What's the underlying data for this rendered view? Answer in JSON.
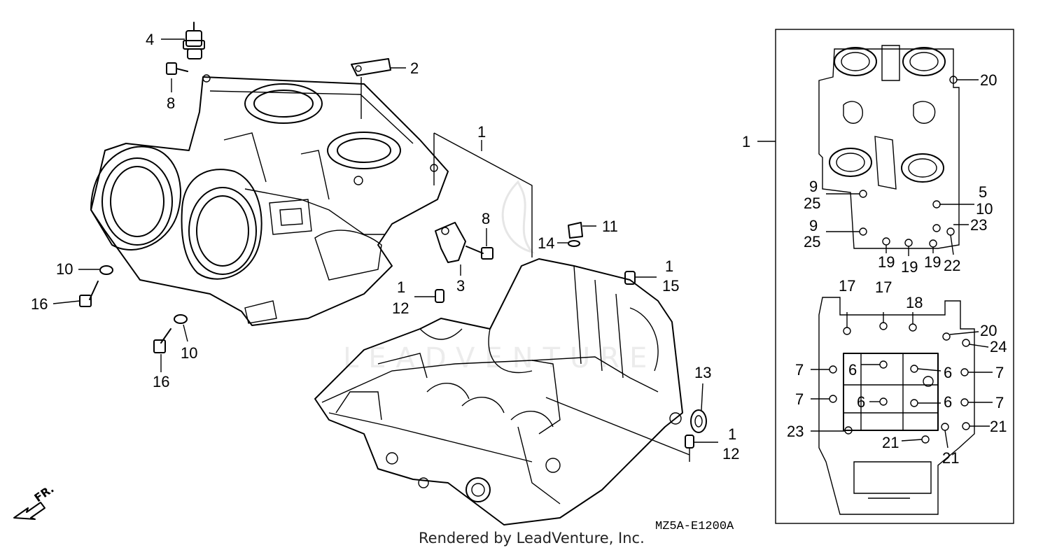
{
  "diagram": {
    "code": "MZ5A-E1200A",
    "credit": "Rendered by LeadVenture, Inc.",
    "watermark": "LEADVENTURE",
    "direction": "FR.",
    "callouts": [
      {
        "id": "c4",
        "text": "4"
      },
      {
        "id": "c8a",
        "text": "8"
      },
      {
        "id": "c2",
        "text": "2"
      },
      {
        "id": "c1a",
        "text": "1"
      },
      {
        "id": "c8b",
        "text": "8"
      },
      {
        "id": "c3",
        "text": "3"
      },
      {
        "id": "c11",
        "text": "11"
      },
      {
        "id": "c14",
        "text": "14"
      },
      {
        "id": "c10a",
        "text": "10"
      },
      {
        "id": "c16a",
        "text": "16"
      },
      {
        "id": "c10b",
        "text": "10"
      },
      {
        "id": "c16b",
        "text": "16"
      },
      {
        "id": "c1b",
        "text": "1"
      },
      {
        "id": "c12a",
        "text": "12"
      },
      {
        "id": "c1c",
        "text": "1"
      },
      {
        "id": "c15",
        "text": "15"
      },
      {
        "id": "c13",
        "text": "13"
      },
      {
        "id": "c1d",
        "text": "1"
      },
      {
        "id": "c12b",
        "text": "12"
      }
    ],
    "inset": {
      "group_label": "1",
      "callouts": [
        {
          "id": "i20a",
          "text": "20"
        },
        {
          "id": "i9a",
          "text": "9"
        },
        {
          "id": "i25a",
          "text": "25"
        },
        {
          "id": "i5",
          "text": "5"
        },
        {
          "id": "i10",
          "text": "10"
        },
        {
          "id": "i9b",
          "text": "9"
        },
        {
          "id": "i23a",
          "text": "23"
        },
        {
          "id": "i25b",
          "text": "25"
        },
        {
          "id": "i19a",
          "text": "19"
        },
        {
          "id": "i19b",
          "text": "19"
        },
        {
          "id": "i19c",
          "text": "19"
        },
        {
          "id": "i22",
          "text": "22"
        },
        {
          "id": "i17a",
          "text": "17"
        },
        {
          "id": "i17b",
          "text": "17"
        },
        {
          "id": "i18",
          "text": "18"
        },
        {
          "id": "i20b",
          "text": "20"
        },
        {
          "id": "i24",
          "text": "24"
        },
        {
          "id": "i7a",
          "text": "7"
        },
        {
          "id": "i6a",
          "text": "6"
        },
        {
          "id": "i6b",
          "text": "6"
        },
        {
          "id": "i7b",
          "text": "7"
        },
        {
          "id": "i7c",
          "text": "7"
        },
        {
          "id": "i6c",
          "text": "6"
        },
        {
          "id": "i6d",
          "text": "6"
        },
        {
          "id": "i7d",
          "text": "7"
        },
        {
          "id": "i23b",
          "text": "23"
        },
        {
          "id": "i21a",
          "text": "21"
        },
        {
          "id": "i21b",
          "text": "21"
        },
        {
          "id": "i21c",
          "text": "21"
        }
      ]
    }
  }
}
